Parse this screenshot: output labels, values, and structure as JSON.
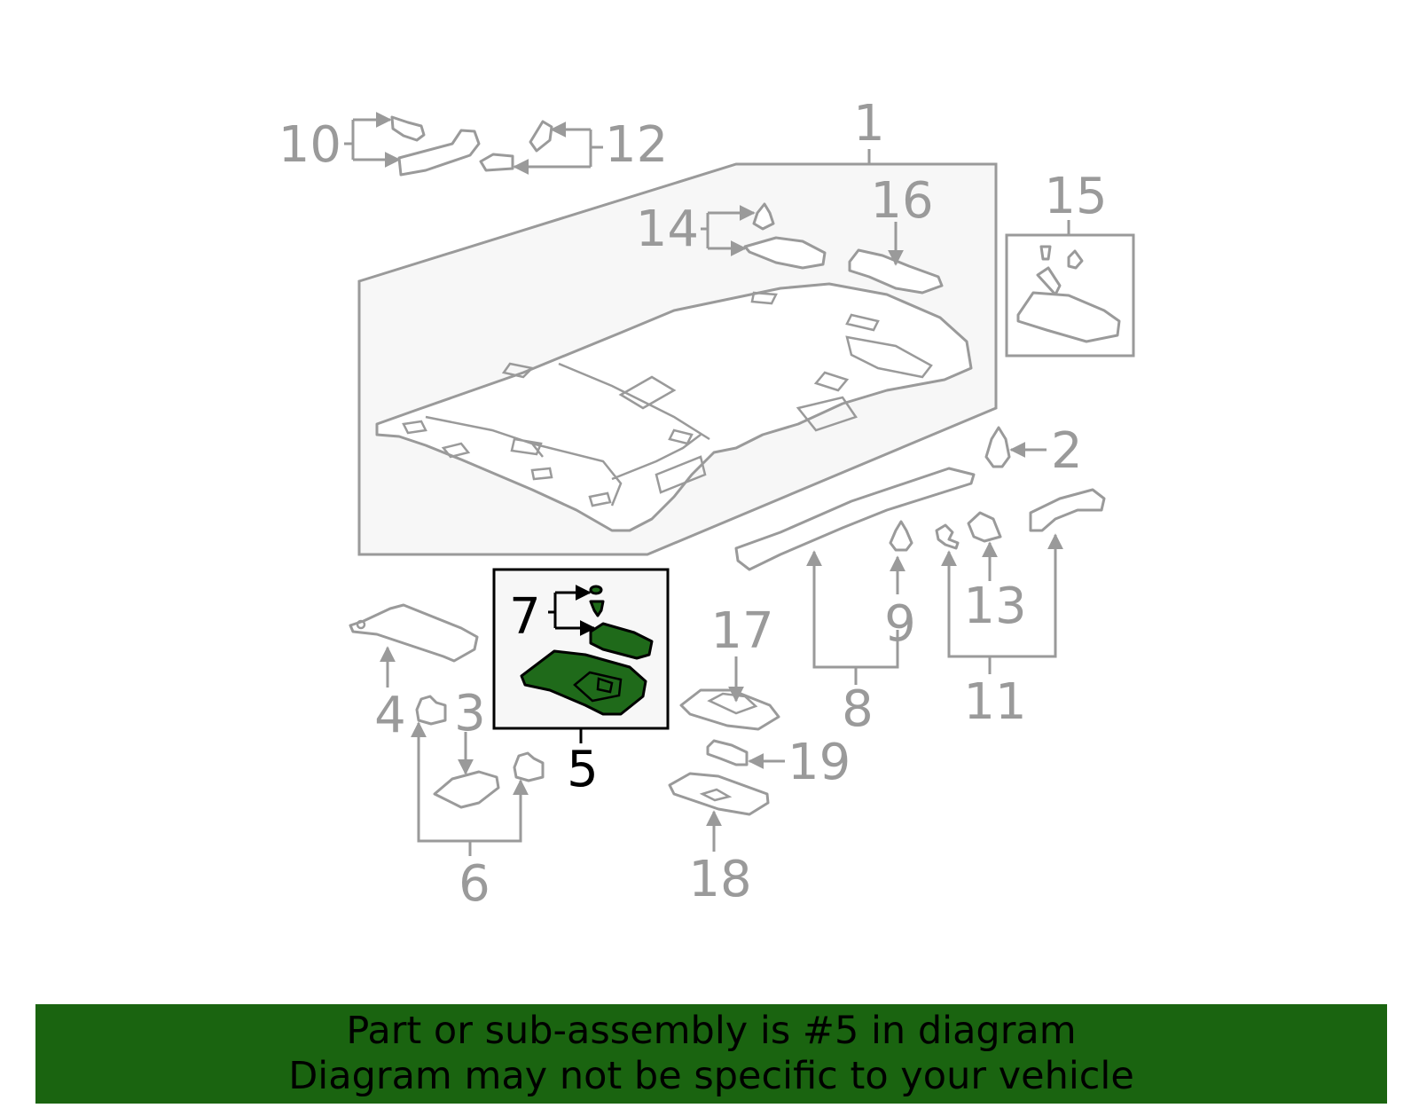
{
  "diagram": {
    "highlighted_part": "5",
    "colors": {
      "line": "#9a9a9a",
      "highlight_fill": "#1f6a1a",
      "highlight_line": "#000000",
      "box_fill": "#f7f7f7",
      "banner": "#1a6410"
    },
    "callouts": {
      "c1": "1",
      "c2": "2",
      "c3": "3",
      "c4": "4",
      "c5": "5",
      "c6": "6",
      "c7": "7",
      "c8": "8",
      "c9": "9",
      "c10": "10",
      "c11": "11",
      "c12": "12",
      "c13": "13",
      "c14": "14",
      "c15": "15",
      "c16": "16",
      "c17": "17",
      "c18": "18",
      "c19": "19"
    }
  },
  "banner": {
    "line1": "Part or sub-assembly is #5 in diagram",
    "line2": "Diagram may not be specific to your vehicle"
  }
}
